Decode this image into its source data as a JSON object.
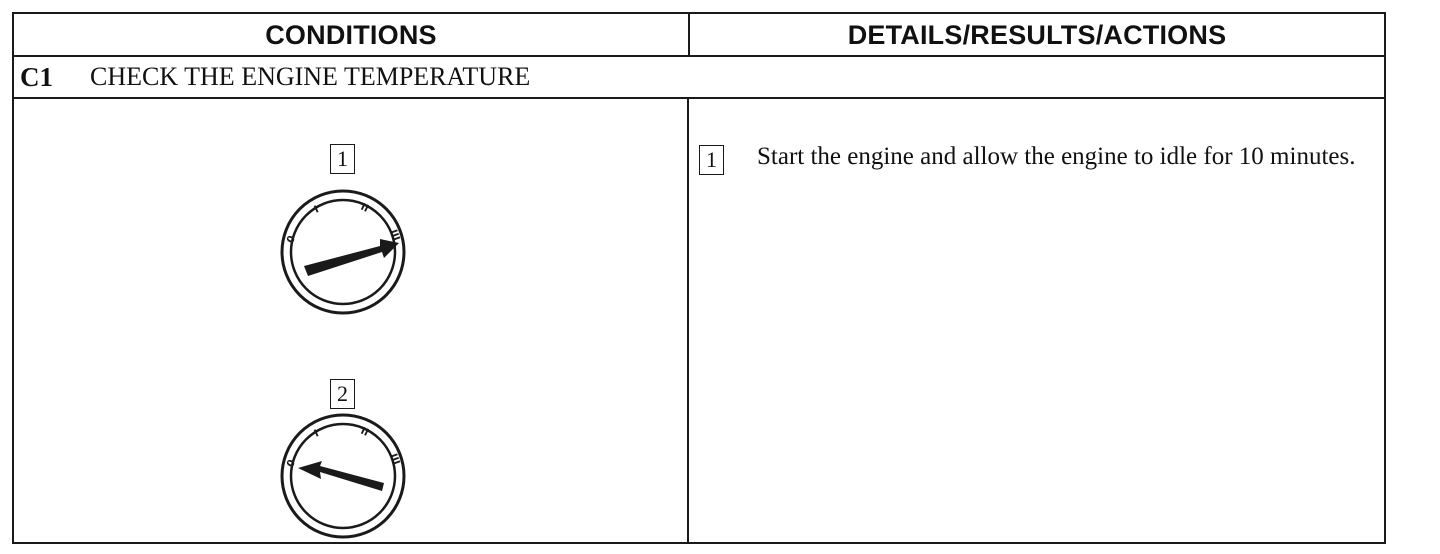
{
  "header": {
    "conditions_label": "CONDITIONS",
    "details_label": "DETAILS/RESULTS/ACTIONS"
  },
  "section": {
    "code": "C1",
    "title": "CHECK THE ENGINE TEMPERATURE"
  },
  "conditions": {
    "steps": [
      {
        "number": "1",
        "dial_marks": [
          "0",
          "I",
          "II",
          "III"
        ],
        "pointer": "III"
      },
      {
        "number": "2",
        "dial_marks": [
          "0",
          "I",
          "II",
          "III"
        ],
        "pointer": "0"
      }
    ]
  },
  "details": {
    "steps": [
      {
        "number": "1",
        "text": "Start the engine and allow the engine to idle for 10 minutes."
      }
    ]
  },
  "colors": {
    "ink": "#1a1a1a",
    "paper": "#ffffff"
  }
}
